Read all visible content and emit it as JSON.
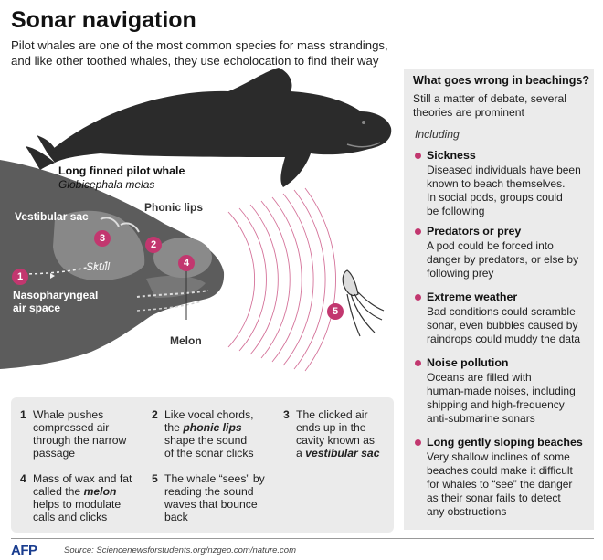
{
  "header": {
    "title": "Sonar navigation",
    "subtitle": "Pilot whales are one of the most common species for mass strandings, and like other toothed whales, they use echolocation to find their way"
  },
  "whale": {
    "common_name": "Long finned pilot whale",
    "latin_name": "Globicephala melas"
  },
  "labels": {
    "vestibular_sac": "Vestibular sac",
    "phonic_lips": "Phonic lips",
    "skull": "Skull",
    "nasopharyngeal_1": "Nasopharyngeal",
    "nasopharyngeal_2": "air space",
    "melon": "Melon"
  },
  "badges": [
    "1",
    "2",
    "3",
    "4",
    "5"
  ],
  "steps": [
    {
      "num": "1",
      "lines": [
        "Whale pushes",
        "compressed air",
        "through the narrow",
        "passage"
      ]
    },
    {
      "num": "2",
      "l1": "Like vocal chords,",
      "l2a": "the ",
      "l2b": "phonic lips",
      "l3": "shape the sound",
      "l4": "of the sonar clicks"
    },
    {
      "num": "3",
      "l1": "The clicked air",
      "l2": "ends up in the",
      "l3": "cavity known as",
      "l4a": "a ",
      "l4b": "vestibular sac"
    },
    {
      "num": "4",
      "l1": "Mass of wax and fat",
      "l2a": "called the ",
      "l2b": "melon",
      "l3": "helps to modulate",
      "l4": "calls and clicks"
    },
    {
      "num": "5",
      "lines": [
        "The whale “sees” by",
        "reading the sound",
        "waves that bounce",
        "back"
      ]
    }
  ],
  "panel": {
    "title": "What goes wrong in beachings?",
    "intro": [
      "Still a matter of debate, several",
      "theories are prominent"
    ],
    "including": "Including",
    "reasons": [
      {
        "title": "Sickness",
        "lines": [
          "Diseased individuals have been",
          "known to beach themselves.",
          "In social pods, groups could",
          "be following"
        ]
      },
      {
        "title": "Predators or prey",
        "lines": [
          "A pod could be forced into",
          "danger by predators, or else by",
          "following prey"
        ]
      },
      {
        "title": "Extreme weather",
        "lines": [
          "Bad conditions could scramble",
          "sonar, even bubbles caused by",
          "raindrops could muddy the data"
        ]
      },
      {
        "title": "Noise pollution",
        "lines": [
          "Oceans are filled with",
          "human-made noises, including",
          "shipping and high-frequency",
          "anti-submarine sonars"
        ]
      },
      {
        "title": "Long gently sloping beaches",
        "lines": [
          "Very shallow inclines of some",
          "beaches could make it difficult",
          "for whales to “see” the danger",
          "as their sonar fails to detect",
          "any obstructions"
        ]
      }
    ]
  },
  "footer": {
    "logo": "AFP",
    "source": "Source: Sciencenewsforstudents.org/nzgeo.com/nature.com"
  },
  "colors": {
    "accent": "#c2376f",
    "whale_dark": "#2b2b2b",
    "head_grey": "#5c5c5c",
    "panel_bg": "#ebebeb"
  }
}
